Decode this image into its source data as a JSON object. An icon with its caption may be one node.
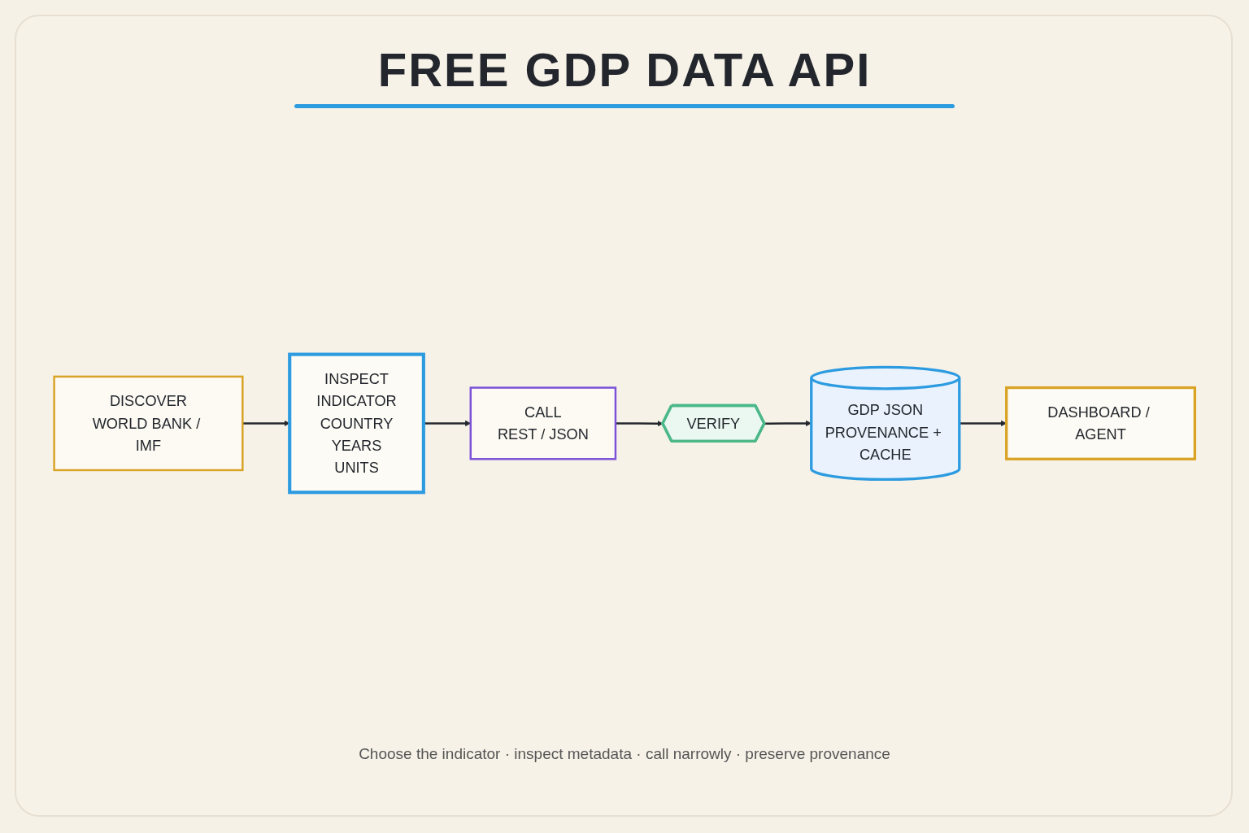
{
  "diagram": {
    "title": "FREE GDP DATA API",
    "nodes": [
      {
        "text": [
          "DISCOVER",
          "WORLD BANK / IMF"
        ]
      },
      {
        "text": [
          "INSPECT",
          "INDICATOR",
          "COUNTRY",
          "YEARS",
          "UNITS"
        ]
      },
      {
        "text": [
          "CALL",
          "REST / JSON"
        ]
      },
      {
        "text": [
          "VERIFY"
        ]
      },
      {
        "text": [
          "GDP JSON",
          "PROVENANCE + CACHE"
        ]
      },
      {
        "text": [
          "DASHBOARD / AGENT"
        ]
      }
    ],
    "edges": [
      {
        "from": 0,
        "to": 1,
        "arrow": "to"
      },
      {
        "from": 1,
        "to": 2,
        "arrow": "to"
      },
      {
        "from": 2,
        "to": 3,
        "arrow": "to"
      },
      {
        "from": 3,
        "to": 4,
        "arrow": "to"
      },
      {
        "from": 4,
        "to": 5,
        "arrow": "to"
      }
    ],
    "caption": "Choose the indicator · inspect metadata · call narrowly · preserve provenance"
  }
}
